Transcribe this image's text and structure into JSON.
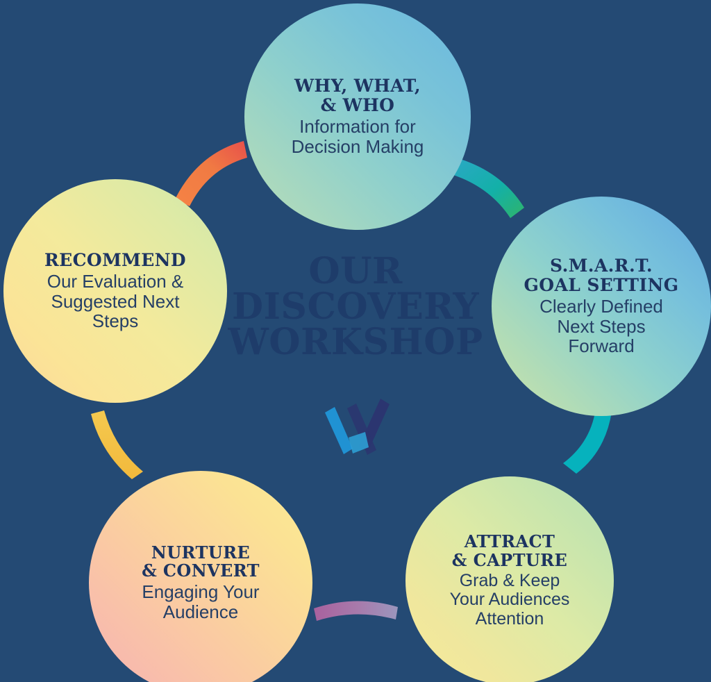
{
  "background_color": "#244a74",
  "center": {
    "headline": "OUR\nDISCOVERY\nWORKSHOP",
    "headline_color": "#1e3c6a",
    "logo_name": "w-logo"
  },
  "nodes": [
    {
      "id": "why-what-who",
      "title": "WHY, WHAT,\n& WHO",
      "desc": "Information for\nDecision Making",
      "gradient_from": "#b9dfb6",
      "gradient_to": "#6ab8e0",
      "position": "top"
    },
    {
      "id": "smart-goal-setting",
      "title": "S.M.A.R.T.\nGOAL SETTING",
      "desc": "Clearly Defined\nNext Steps\nForward",
      "gradient_from": "#cfe3a8",
      "gradient_to": "#62a9e0",
      "position": "right-top"
    },
    {
      "id": "attract-capture",
      "title": "ATTRACT\n& CAPTURE",
      "desc": "Grab & Keep\nYour Audiences\nAttention",
      "gradient_from": "#f6ea9a",
      "gradient_to": "#b6e0b4",
      "position": "right-bottom"
    },
    {
      "id": "nurture-convert",
      "title": "NURTURE\n& CONVERT",
      "desc": "Engaging Your\nAudience",
      "gradient_from": "#f7b2b2",
      "gradient_to": "#fbeb96",
      "position": "bottom-left"
    },
    {
      "id": "recommend",
      "title": "RECOMMEND",
      "desc": "Our Evaluation &\nSuggested Next\nSteps",
      "gradient_from": "#fbd79a",
      "gradient_to": "#cde7ac",
      "position": "left"
    }
  ],
  "connectors": [
    {
      "id": "recommend-to-why",
      "from_color": "#f58345",
      "to_color": "#e8504b"
    },
    {
      "id": "why-to-smart",
      "from_color": "#2aa8c4",
      "to_color": "#2fb46a"
    },
    {
      "id": "smart-to-attract",
      "from_color": "#06b2bd",
      "to_color": "#06b2bd"
    },
    {
      "id": "attract-to-nurture",
      "from_color": "#a8619e",
      "to_color": "#9b96bd"
    },
    {
      "id": "nurture-to-recommend",
      "from_color": "#f4c443",
      "to_color": "#f4c443"
    }
  ],
  "text_colors": {
    "title": "#1d3461",
    "desc": "#253f66"
  }
}
